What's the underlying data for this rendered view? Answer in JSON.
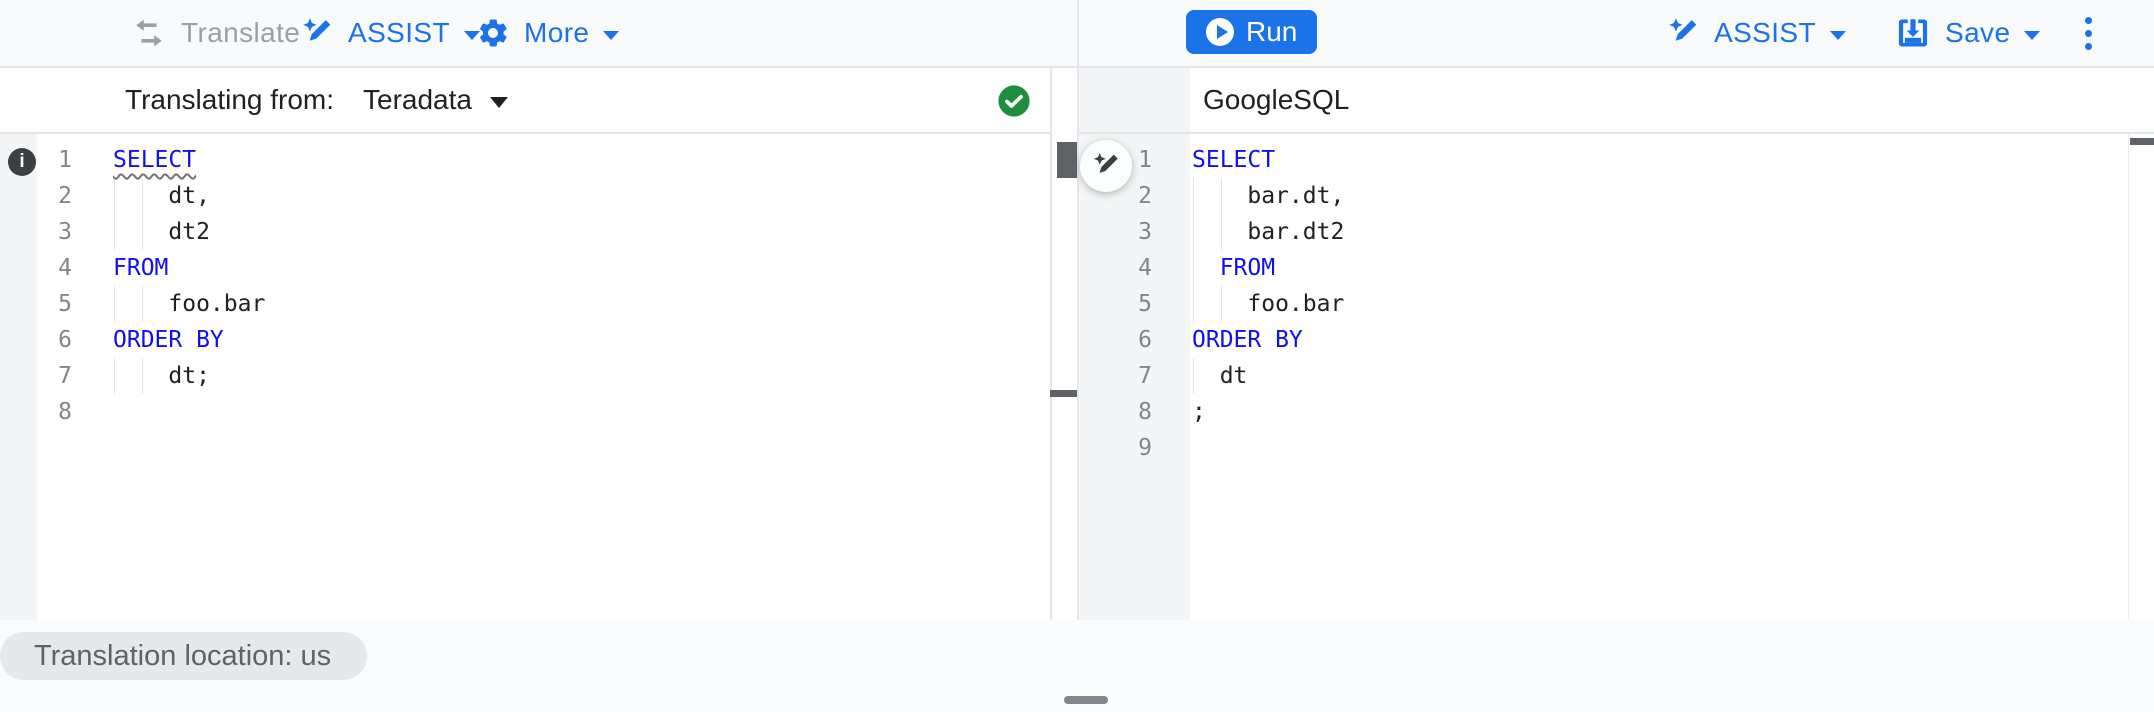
{
  "colors": {
    "accent_blue": "#1a73e8",
    "keyword_blue": "#0e10ee",
    "code_text": "#202124",
    "ui_text": "#202124",
    "muted_text": "#5f6368",
    "disabled_text": "#9aa0a6",
    "line_number_gray": "#80868b",
    "success_green": "#1e8e3e",
    "panel_gray": "#f3f5f6",
    "toolbar_gray": "#f9fafb",
    "border_gray": "#e3e6e9",
    "pill_bg": "#e7e8eb",
    "scroll_thumb": "#5f6368"
  },
  "icons": {
    "translate": "swap-horizontal-arrows",
    "assist": "magic-pen-sparkle",
    "more": "gear",
    "run": "play-circle",
    "save": "save-box-arrow",
    "overflow": "vertical-ellipsis",
    "validation": "check-circle",
    "line_info": "info-circle",
    "ai_edit": "magic-pen-sparkle"
  },
  "toolbar": {
    "translate_label": "Translate",
    "assist_label": "ASSIST",
    "more_label": "More",
    "run_label": "Run",
    "assist_right_label": "ASSIST",
    "save_label": "Save"
  },
  "source_panel": {
    "translating_from_label": "Translating from:",
    "dialect": "Teradata"
  },
  "target_panel": {
    "title": "GoogleSQL"
  },
  "status": {
    "location_pill": "Translation location: us"
  },
  "left_editor": {
    "lines": [
      {
        "segments": [
          {
            "t": "SELECT",
            "k": "keyword",
            "squiggle": true
          }
        ]
      },
      {
        "segments": [
          {
            "t": "    dt,",
            "k": "plain"
          }
        ]
      },
      {
        "segments": [
          {
            "t": "    dt2",
            "k": "plain"
          }
        ]
      },
      {
        "segments": [
          {
            "t": "FROM",
            "k": "keyword"
          }
        ]
      },
      {
        "segments": [
          {
            "t": "    foo.bar",
            "k": "plain"
          }
        ]
      },
      {
        "segments": [
          {
            "t": "ORDER BY",
            "k": "keyword"
          }
        ]
      },
      {
        "segments": [
          {
            "t": "    dt;",
            "k": "plain"
          }
        ]
      },
      {
        "segments": []
      }
    ]
  },
  "right_editor": {
    "lines": [
      {
        "segments": [
          {
            "t": "SELECT",
            "k": "keyword"
          }
        ]
      },
      {
        "segments": [
          {
            "t": "    bar.dt,",
            "k": "plain"
          }
        ]
      },
      {
        "segments": [
          {
            "t": "    bar.dt2",
            "k": "plain"
          }
        ]
      },
      {
        "segments": [
          {
            "t": "  ",
            "k": "plain"
          },
          {
            "t": "FROM",
            "k": "keyword"
          }
        ]
      },
      {
        "segments": [
          {
            "t": "    foo.bar",
            "k": "plain"
          }
        ]
      },
      {
        "segments": [
          {
            "t": "ORDER BY",
            "k": "keyword"
          }
        ]
      },
      {
        "segments": [
          {
            "t": "  dt",
            "k": "plain"
          }
        ]
      },
      {
        "segments": [
          {
            "t": ";",
            "k": "plain"
          }
        ]
      },
      {
        "segments": []
      }
    ]
  }
}
